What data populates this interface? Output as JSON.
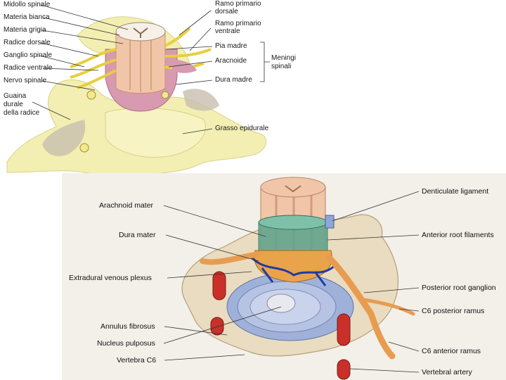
{
  "figure_top": {
    "left_labels": [
      "Midollo spinale",
      "Materia bianca",
      "Materia grigia",
      "Radice dorsale",
      "Ganglio spinale",
      "Radice ventrale",
      "Nervo spinale"
    ],
    "left_guaina": [
      "Guaina",
      "durale",
      "della radice"
    ],
    "right_labels": {
      "ramo_dorsale": [
        "Ramo primario",
        "dorsale"
      ],
      "ramo_ventrale": [
        "Ramo primario",
        "ventrale"
      ],
      "pia_madre": "Pia madre",
      "aracnoide": "Aracnoide",
      "dura_madre": "Dura madre",
      "grasso": "Grasso epidurale"
    },
    "meningi": [
      "Meningi",
      "spinali"
    ]
  },
  "figure_bottom": {
    "left_labels": [
      "Arachnoid mater",
      "Dura mater",
      "Extradural venous plexus",
      "Annulus fibrosus",
      "Nucleus pulposus",
      "Vertebra C6"
    ],
    "right_labels": [
      "Denticulate ligament",
      "Anterior root filaments",
      "Posterior root ganglion",
      "C6 posterior ramus",
      "C6 anterior ramus",
      "Vertebral artery"
    ]
  },
  "colors": {
    "bone": "#f3efb2",
    "cord_pink": "#f1c6a8",
    "dura_pink": "#d79ab0",
    "nerve_yellow": "#e7cf3c",
    "artery_red": "#c9302a",
    "dura_teal": "#5aa58c",
    "disc_blue": "#9fb1d8"
  }
}
